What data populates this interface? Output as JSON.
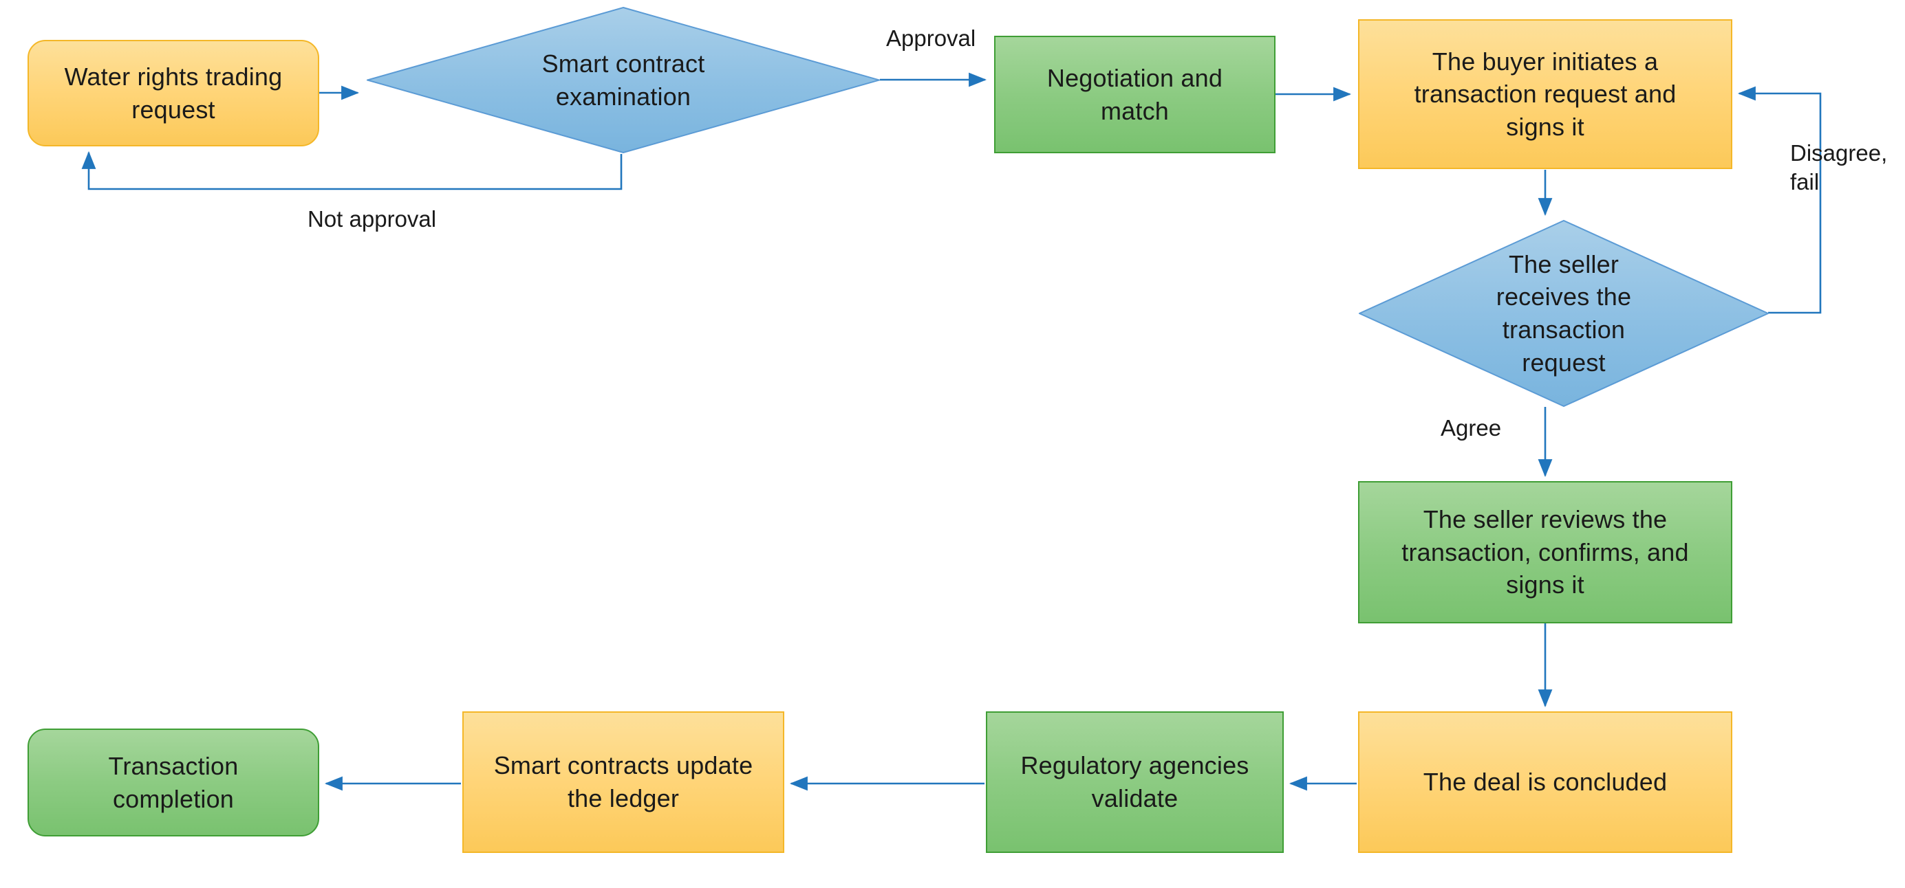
{
  "diagram": {
    "title": "Water rights trading smart contract flow",
    "background": "#ffffff",
    "colors": {
      "yellow_fill": "#ffd579",
      "yellow_border": "#f4b728",
      "green_fill": "#8ccb82",
      "green_border": "#3f9e35",
      "blue_fill": "#8fc0e5",
      "blue_border": "#5b9bd5",
      "edge": "#2176bd",
      "text": "#1a1a1a"
    }
  },
  "nodes": [
    {
      "id": "water-rights-request",
      "label": "Water rights trading\nrequest",
      "shape": "rounded-rect",
      "color": "yellow"
    },
    {
      "id": "smart-contract-examination",
      "label": "Smart contract\nexamination",
      "shape": "diamond",
      "color": "blue"
    },
    {
      "id": "negotiation-and-match",
      "label": "Negotiation and\nmatch",
      "shape": "rect",
      "color": "green"
    },
    {
      "id": "buyer-initiates-request",
      "label": "The buyer initiates a\ntransaction request and\nsigns it",
      "shape": "rect",
      "color": "yellow"
    },
    {
      "id": "seller-receives-request",
      "label": "The seller\nreceives the\ntransaction\nrequest",
      "shape": "diamond",
      "color": "blue"
    },
    {
      "id": "seller-reviews-confirms",
      "label": "The seller reviews the\ntransaction, confirms, and\nsigns it",
      "shape": "rect",
      "color": "green"
    },
    {
      "id": "deal-concluded",
      "label": "The deal is concluded",
      "shape": "rect",
      "color": "yellow"
    },
    {
      "id": "regulatory-validate",
      "label": "Regulatory agencies\nvalidate",
      "shape": "rect",
      "color": "green"
    },
    {
      "id": "smart-contracts-ledger",
      "label": "Smart contracts update\nthe ledger",
      "shape": "rect",
      "color": "yellow"
    },
    {
      "id": "transaction-completion",
      "label": "Transaction\ncompletion",
      "shape": "rounded-rect",
      "color": "green"
    }
  ],
  "edge_labels": {
    "not_approval": "Not approval",
    "approval": "Approval",
    "disagree_fail": "Disagree,\nfail",
    "agree": "Agree"
  },
  "edges": [
    {
      "from": "water-rights-request",
      "to": "smart-contract-examination",
      "label": ""
    },
    {
      "from": "smart-contract-examination",
      "to": "water-rights-request",
      "label": "Not approval"
    },
    {
      "from": "smart-contract-examination",
      "to": "negotiation-and-match",
      "label": "Approval"
    },
    {
      "from": "negotiation-and-match",
      "to": "buyer-initiates-request",
      "label": ""
    },
    {
      "from": "buyer-initiates-request",
      "to": "seller-receives-request",
      "label": ""
    },
    {
      "from": "seller-receives-request",
      "to": "buyer-initiates-request",
      "label": "Disagree, fail"
    },
    {
      "from": "seller-receives-request",
      "to": "seller-reviews-confirms",
      "label": "Agree"
    },
    {
      "from": "seller-reviews-confirms",
      "to": "deal-concluded",
      "label": ""
    },
    {
      "from": "deal-concluded",
      "to": "regulatory-validate",
      "label": ""
    },
    {
      "from": "regulatory-validate",
      "to": "smart-contracts-ledger",
      "label": ""
    },
    {
      "from": "smart-contracts-ledger",
      "to": "transaction-completion",
      "label": ""
    }
  ]
}
